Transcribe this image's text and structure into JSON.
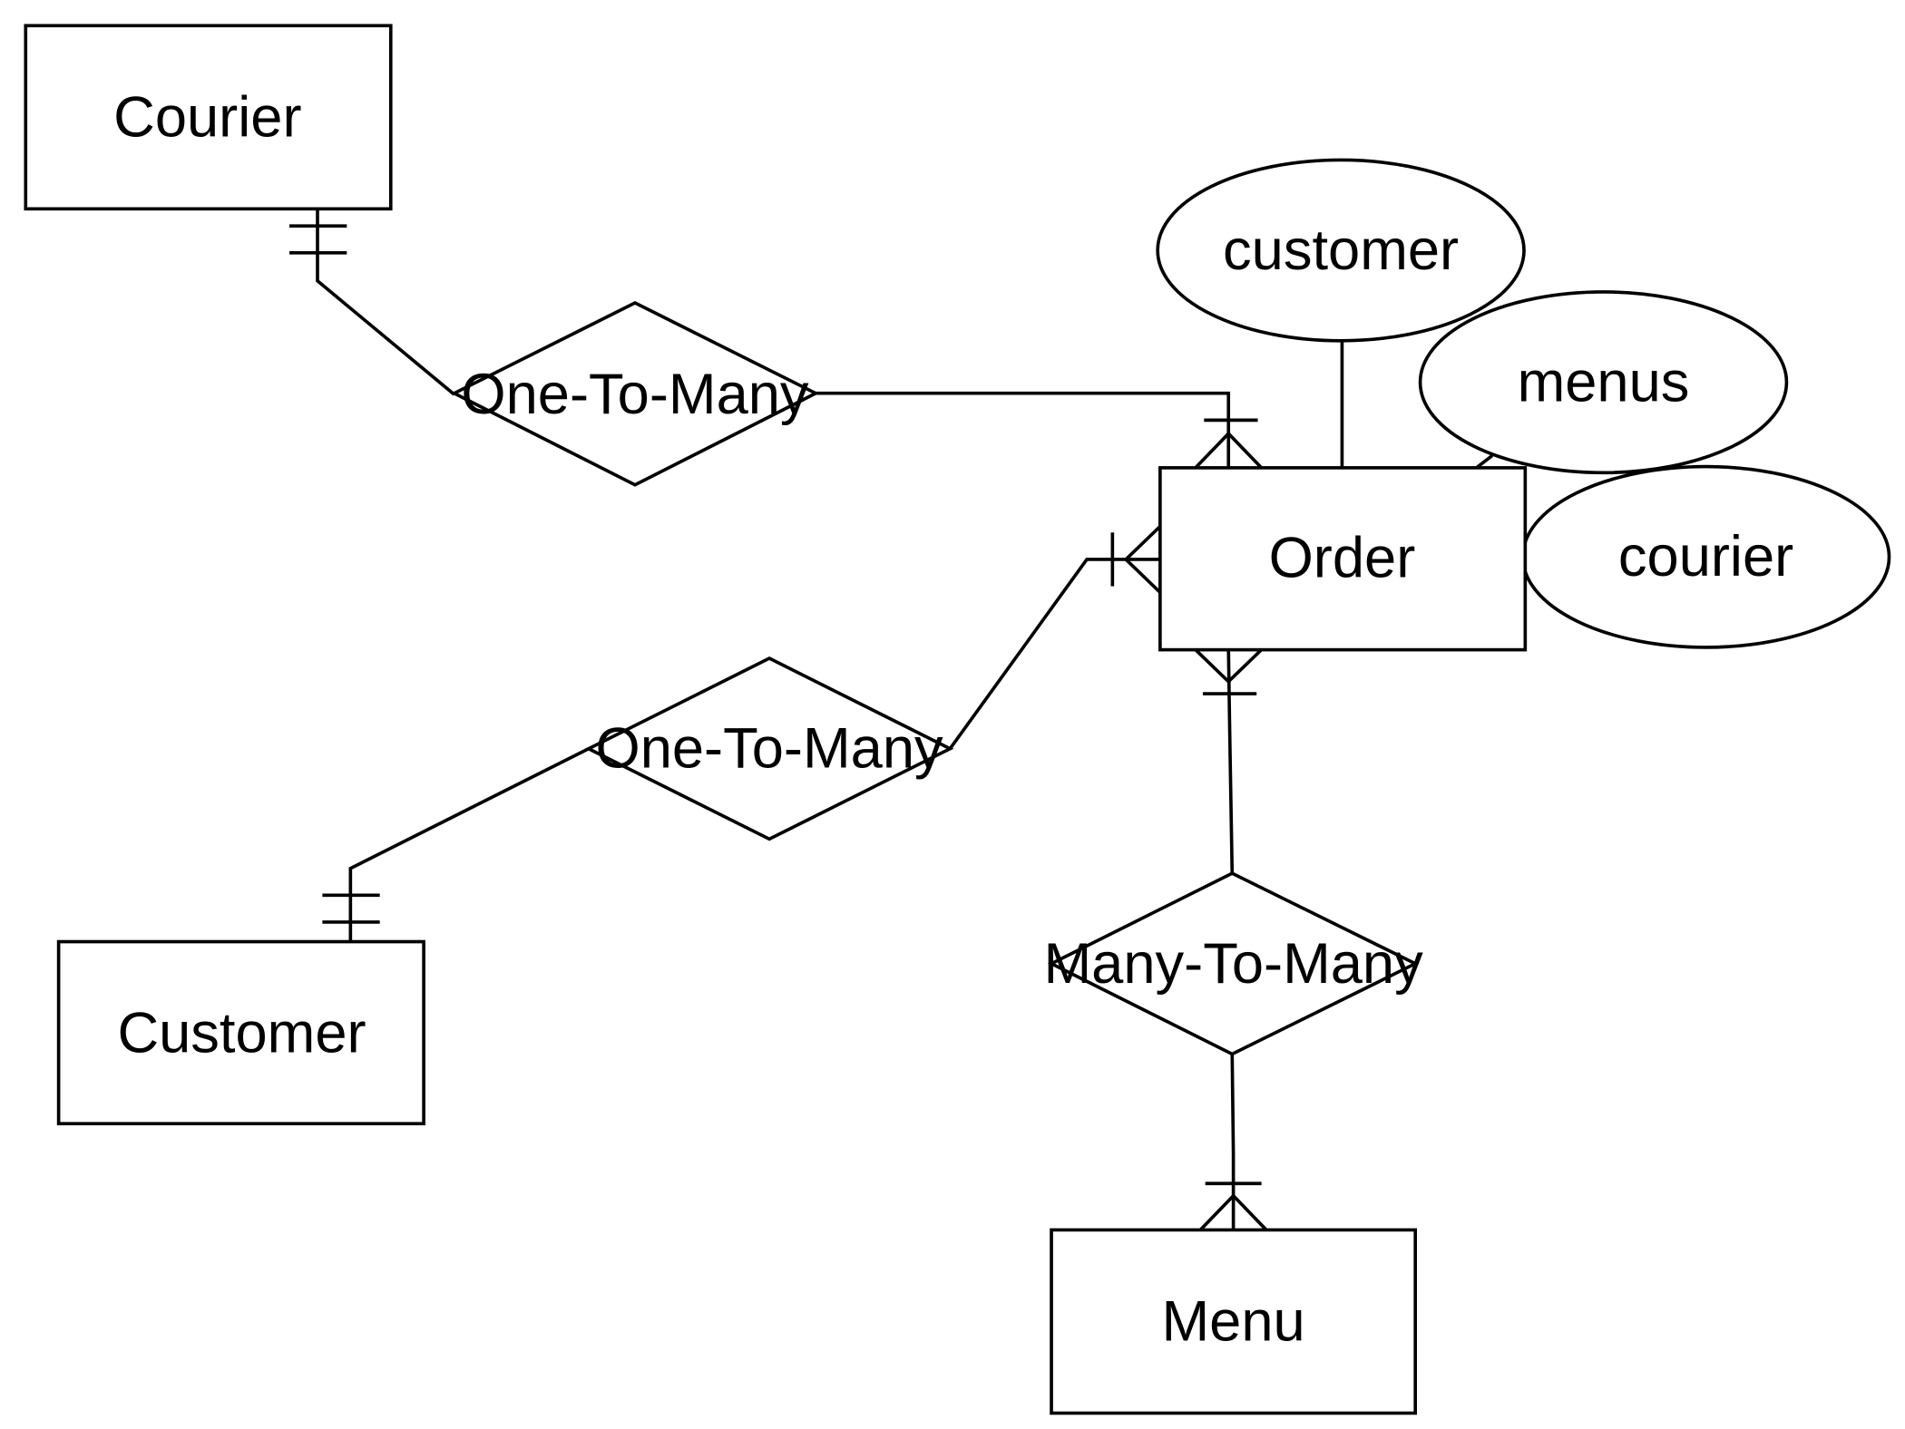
{
  "entities": {
    "courier": "Courier",
    "order": "Order",
    "customer": "Customer",
    "menu": "Menu"
  },
  "relationships": {
    "courier_order": "One-To-Many",
    "customer_order": "One-To-Many",
    "order_menu": "Many-To-Many"
  },
  "attributes": {
    "customer": "customer",
    "menus": "menus",
    "courier": "courier"
  },
  "colors": {
    "stroke": "#000000",
    "background": "#ffffff"
  }
}
